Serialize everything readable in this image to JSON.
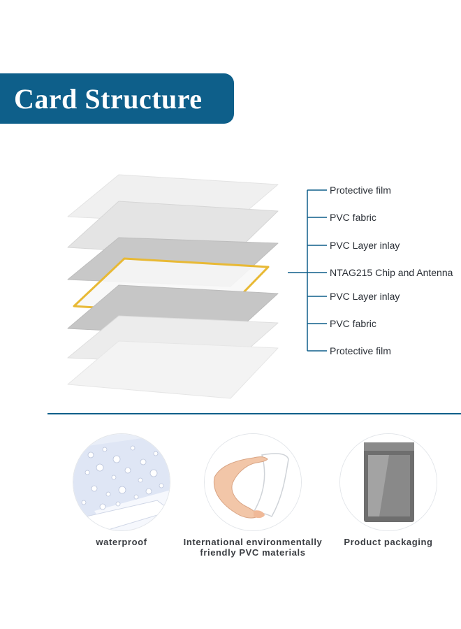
{
  "banner": {
    "title": "Card Structure"
  },
  "layers": [
    {
      "label": "Protective film"
    },
    {
      "label": "PVC fabric"
    },
    {
      "label": "PVC Layer inlay"
    },
    {
      "label": "NTAG215 Chip and Antenna"
    },
    {
      "label": "PVC Layer inlay"
    },
    {
      "label": "PVC fabric"
    },
    {
      "label": "Protective film"
    }
  ],
  "colors": {
    "brand_blue": "#0e5f8a",
    "antenna_gold": "#e8b935",
    "chip_dark": "#2b2b2b"
  },
  "features": [
    {
      "caption_line1": "waterproof",
      "caption_line2": "",
      "icon": "water-droplets-icon"
    },
    {
      "caption_line1": "International environmentally",
      "caption_line2": "friendly PVC materials",
      "icon": "flexible-card-icon"
    },
    {
      "caption_line1": "Product packaging",
      "caption_line2": "",
      "icon": "packaging-bag-icon"
    }
  ]
}
